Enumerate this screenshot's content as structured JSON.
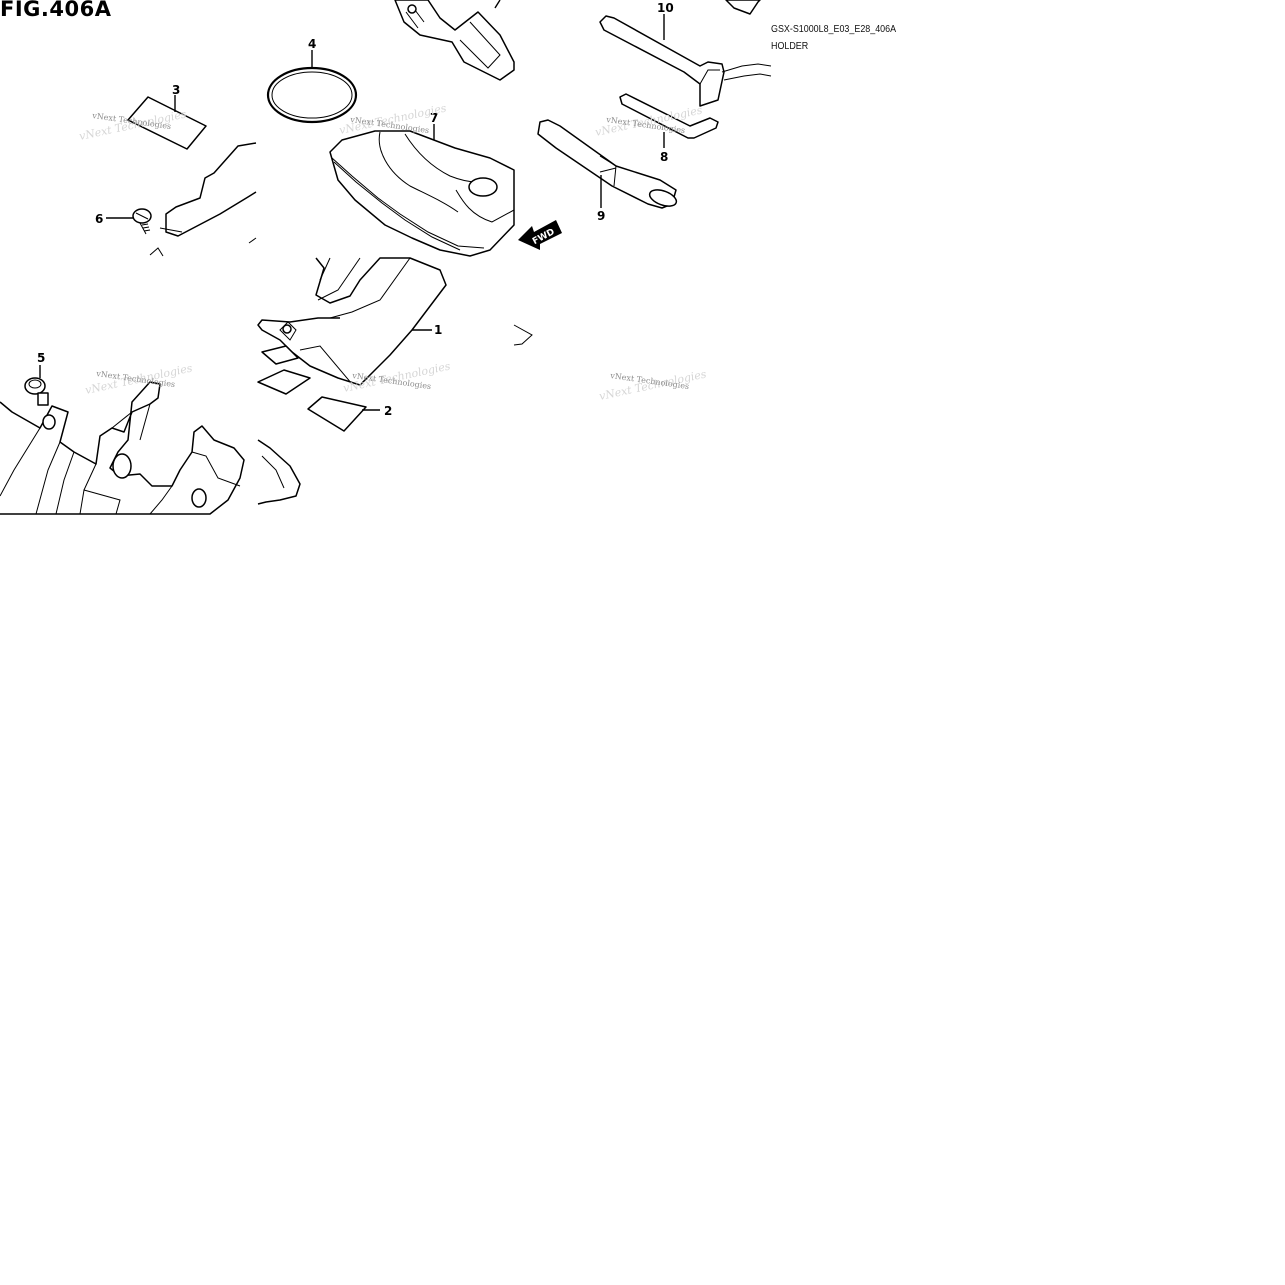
{
  "figure": {
    "title": "FIG.406A",
    "code": "GSX-S1000L8_E03_E28_406A",
    "name": "HOLDER"
  },
  "callouts": [
    "1",
    "2",
    "3",
    "4",
    "5",
    "6",
    "7",
    "8",
    "9",
    "10"
  ],
  "watermark": "vNext Technologies",
  "fwd_label": "FWD"
}
